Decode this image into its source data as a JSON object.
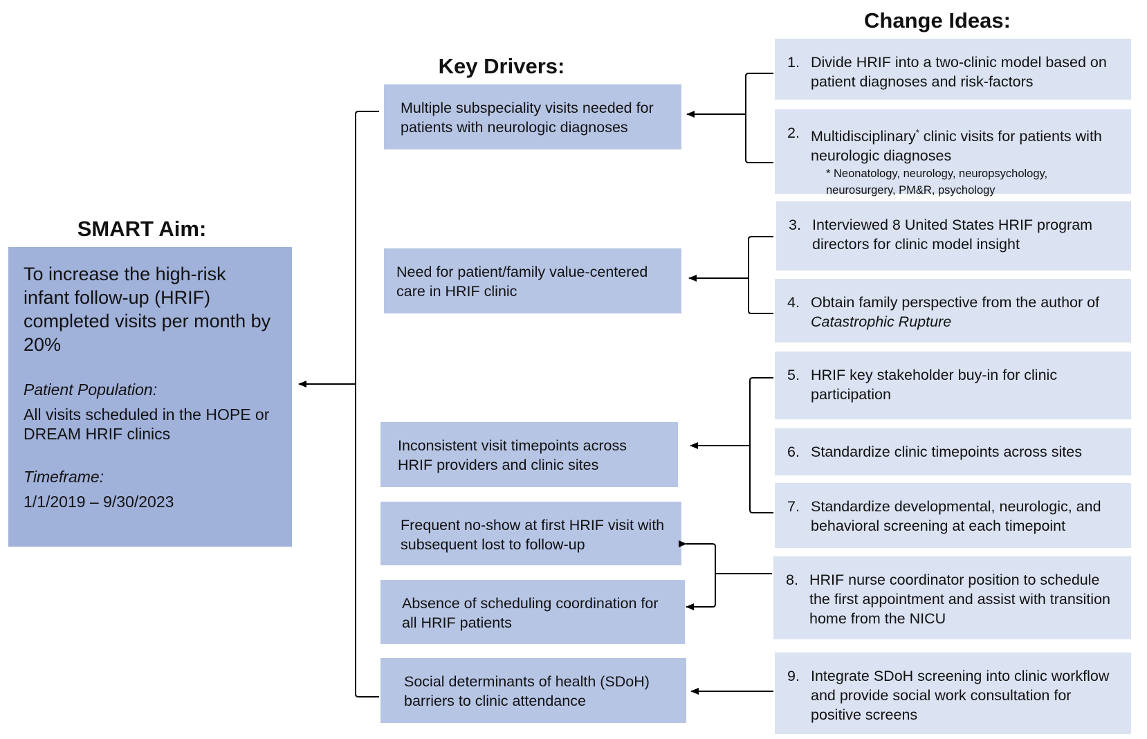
{
  "headings": {
    "smart_aim": "SMART Aim:",
    "key_drivers": "Key Drivers:",
    "change_ideas": "Change Ideas:"
  },
  "aim": {
    "statement": "To increase the high-risk infant follow-up (HRIF) completed visits per month by 20%",
    "population_label": "Patient Population:",
    "population_value": "All visits scheduled in the HOPE or DREAM HRIF clinics",
    "timeframe_label": "Timeframe:",
    "timeframe_value": "1/1/2019 – 9/30/2023"
  },
  "drivers": [
    "Multiple subspeciality visits needed for patients with neurologic diagnoses",
    "Need for patient/family value-centered care in HRIF clinic",
    "Inconsistent visit timepoints across HRIF providers and clinic sites",
    "Frequent no-show at first HRIF visit with subsequent lost to follow-up",
    "Absence of scheduling coordination for all HRIF patients",
    "Social determinants of health (SDoH) barriers to clinic attendance"
  ],
  "ideas": [
    {
      "num": "1.",
      "text": "Divide HRIF into a two-clinic model based on patient diagnoses and risk-factors"
    },
    {
      "num": "2.",
      "text_before": "Multidisciplinary",
      "sup": "*",
      "text_after": " clinic visits for patients with neurologic diagnoses",
      "note": "* Neonatology, neurology, neuropsychology, neurosurgery, PM&R, psychology"
    },
    {
      "num": "3.",
      "text": "Interviewed 8 United States HRIF program directors for clinic model insight"
    },
    {
      "num": "4.",
      "text": "Obtain family perspective from the author of",
      "italic": "Catastrophic Rupture"
    },
    {
      "num": "5.",
      "text": "HRIF key stakeholder buy-in for clinic participation"
    },
    {
      "num": "6.",
      "text": "Standardize clinic timepoints across sites"
    },
    {
      "num": "7.",
      "text": "Standardize developmental, neurologic, and behavioral screening at each timepoint"
    },
    {
      "num": "8.",
      "text": "HRIF nurse coordinator position to schedule the first appointment and assist with transition home from the NICU"
    },
    {
      "num": "9.",
      "text": "Integrate SDoH screening into clinic workflow and provide social work consultation for positive screens"
    }
  ],
  "colors": {
    "aim_fill": "#a0b1da",
    "driver_fill": "#b7c5e5",
    "idea_fill": "#dbe2f1",
    "line": "#000000"
  }
}
